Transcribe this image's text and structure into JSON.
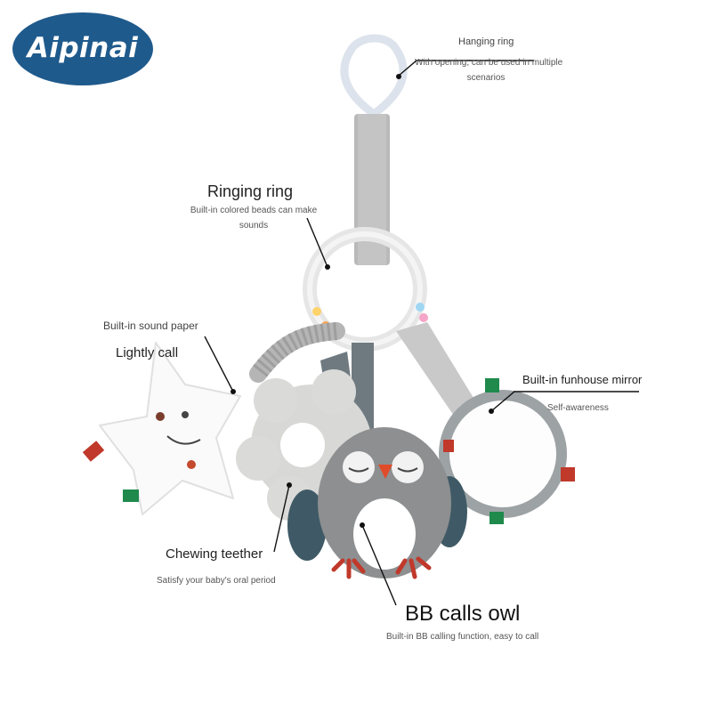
{
  "brand": {
    "logo_text": "Aipinai",
    "color": "#1f5a8c"
  },
  "callouts": {
    "hanging_ring": {
      "title": "Hanging ring",
      "desc_line1": "With opening, can be used in multiple",
      "desc_line2": "scenarios"
    },
    "ringing_ring": {
      "title": "Ringing ring",
      "desc_line1": "Built-in colored beads can make",
      "desc_line2": "sounds"
    },
    "sound_paper": {
      "title": "Built-in sound paper",
      "subtitle": "Lightly call"
    },
    "mirror": {
      "title": "Built-in funhouse mirror",
      "desc": "Self-awareness"
    },
    "teether": {
      "title": "Chewing teether",
      "desc": "Satisfy your baby's oral period"
    },
    "owl": {
      "title": "BB calls owl",
      "desc": "Built-in BB calling function, easy to call"
    }
  }
}
